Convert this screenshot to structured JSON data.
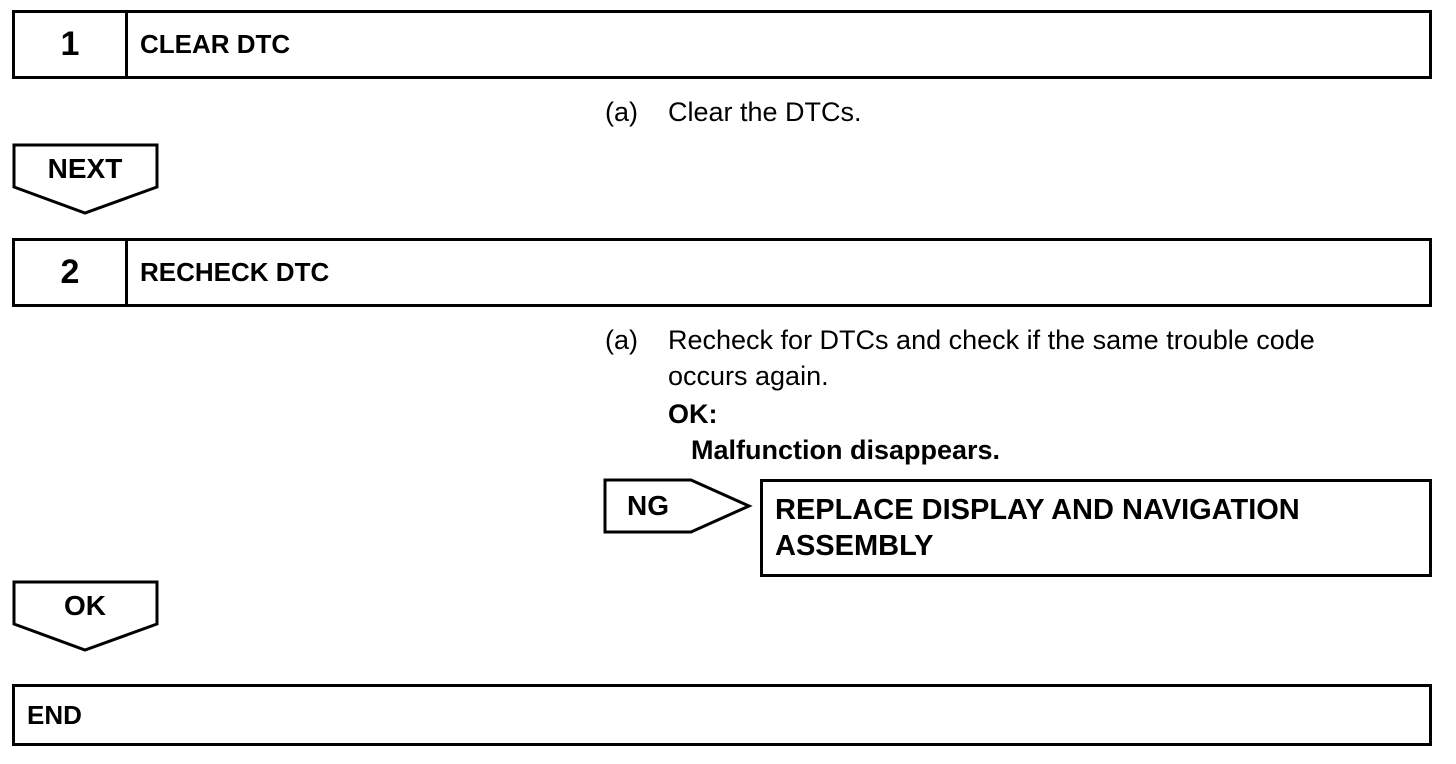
{
  "steps": [
    {
      "number": "1",
      "title": "CLEAR DTC",
      "instructions": [
        {
          "label": "(a)",
          "text": "Clear the DTCs."
        }
      ]
    },
    {
      "number": "2",
      "title": "RECHECK DTC",
      "instructions": [
        {
          "label": "(a)",
          "text_line1": "Recheck for DTCs and check if the same trouble code",
          "text_line2": "occurs again."
        }
      ],
      "ok_heading": "OK:",
      "ok_result": "Malfunction disappears."
    }
  ],
  "next_arrow": "NEXT",
  "ng_arrow": "NG",
  "ng_action": {
    "line1": "REPLACE DISPLAY AND NAVIGATION",
    "line2": "ASSEMBLY"
  },
  "ok_arrow": "OK",
  "end_label": "END"
}
